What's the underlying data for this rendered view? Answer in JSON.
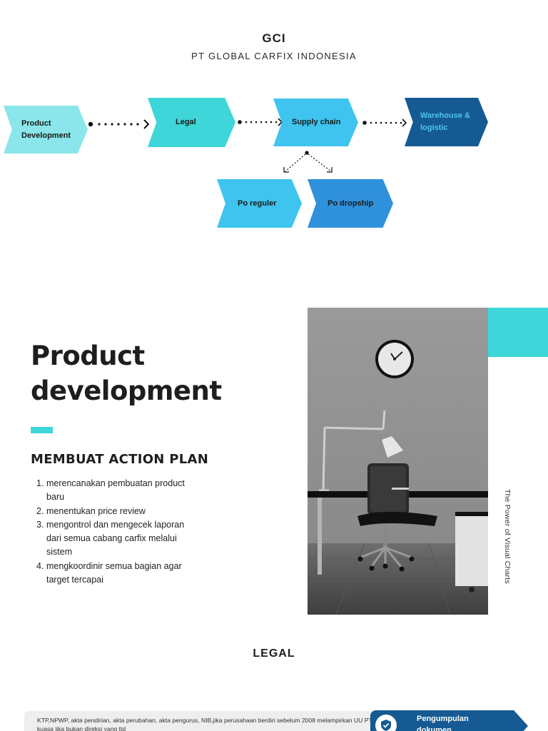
{
  "header": {
    "title": "GCI",
    "subtitle": "PT GLOBAL CARFIX INDONESIA"
  },
  "flow": {
    "steps": [
      {
        "label": "Product Development"
      },
      {
        "label": "Legal"
      },
      {
        "label": "Supply chain"
      },
      {
        "label": "Warehouse & logistic"
      }
    ],
    "sub_steps": [
      {
        "label": "Po reguler"
      },
      {
        "label": "Po dropship"
      }
    ],
    "colors": {
      "product_development": "#8ae6ea",
      "legal": "#3ed6d8",
      "supply_chain": "#3ec4ef",
      "warehouse": "#155a93",
      "po_dropship": "#2f91dc"
    }
  },
  "product_development": {
    "heading": "Product development",
    "subheading": "MEMBUAT ACTION PLAN",
    "items": [
      {
        "num": "1.",
        "text": "merencanakan pembuatan product baru"
      },
      {
        "num": "2.",
        "text": "menentukan price review"
      },
      {
        "num": "3.",
        "text": "mengontrol dan mengecek laporan dari semua cabang carfix melalui sistem"
      },
      {
        "num": "4.",
        "text": "mengkoordinir semua bagian agar target tercapai"
      }
    ],
    "side_caption": "The Power of Visual Charts",
    "accent_color": "#3ed6d8"
  },
  "legal": {
    "heading": "LEGAL",
    "documents_text": "KTP,NPWP, akta pendirian, akta perubahan, akta pengurus, NIB,jika perusahaan berdiri sebelum 2008 melampirkan UU PT, surat kuasa jika bukan direksi yang ttd",
    "step_label": "Pengumpulan dokumen",
    "step_icon": "shield-check-icon"
  }
}
